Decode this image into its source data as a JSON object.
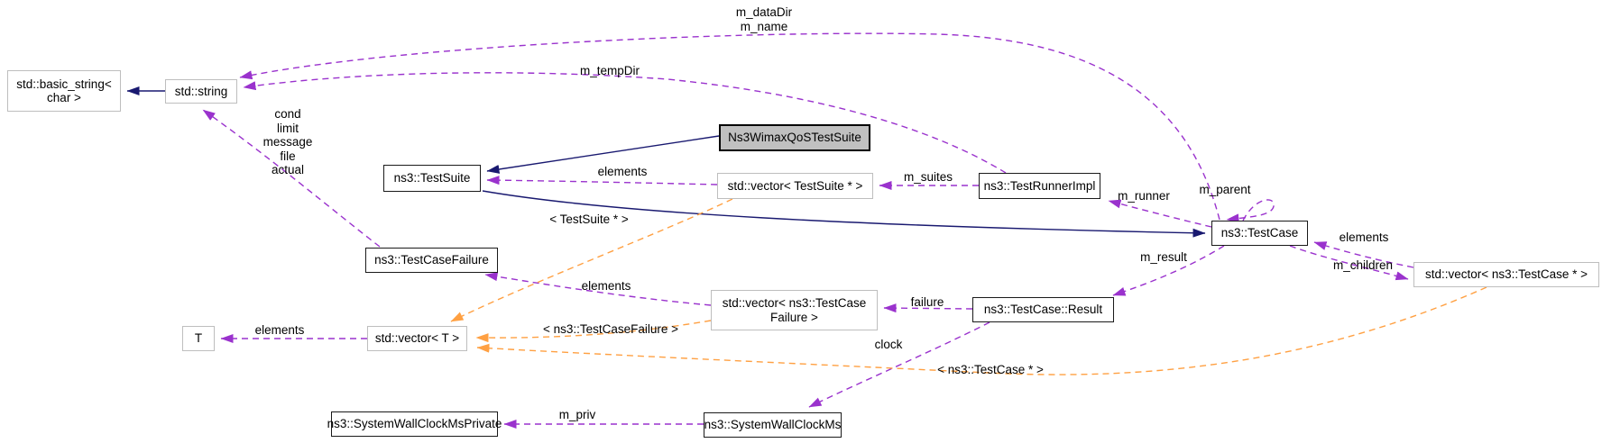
{
  "nodes": {
    "basicString": {
      "label": "std::basic_string<\nchar >"
    },
    "stdString": {
      "label": "std::string"
    },
    "testSuite": {
      "label": "ns3::TestSuite"
    },
    "wimax": {
      "label": "Ns3WimaxQoSTestSuite"
    },
    "vecTestSuite": {
      "label": "std::vector< TestSuite * >"
    },
    "testRunner": {
      "label": "ns3::TestRunnerImpl"
    },
    "testCase": {
      "label": "ns3::TestCase"
    },
    "vecTestCasePtr": {
      "label": "std::vector< ns3::TestCase * >"
    },
    "testCaseFailure": {
      "label": "ns3::TestCaseFailure"
    },
    "vecTestCaseFailure": {
      "label": "std::vector< ns3::TestCase\nFailure >"
    },
    "result": {
      "label": "ns3::TestCase::Result"
    },
    "t": {
      "label": "T"
    },
    "vecT": {
      "label": "std::vector< T >"
    },
    "swcmPrivate": {
      "label": "ns3::SystemWallClockMsPrivate"
    },
    "swcm": {
      "label": "ns3::SystemWallClockMs"
    }
  },
  "edge_labels": {
    "m_dataDir_m_name": "m_dataDir\nm_name",
    "m_tempDir": "m_tempDir",
    "cond_list": "cond\nlimit\nmessage\nfile\nactual",
    "elements_testSuite": "elements",
    "m_suites": "m_suites",
    "m_runner": "m_runner",
    "m_parent": "m_parent",
    "elements_testCase": "elements",
    "m_children": "m_children",
    "m_result": "m_result",
    "failure": "failure",
    "elements_testCaseFailure": "elements",
    "clock": "clock",
    "tpl_testSuite": "< TestSuite * >",
    "tpl_testCaseFailure": "< ns3::TestCaseFailure >",
    "tpl_testCasePtr": "< ns3::TestCase * >",
    "elements_t": "elements",
    "m_priv": "m_priv"
  },
  "colors": {
    "inheritance_edge": "#191970",
    "usage_edge": "#9a32cd",
    "template_edge": "#ffa042",
    "current_node_fill": "#c0c0c0",
    "unlinked_border": "#bebebe",
    "linked_border": "#1a1a1a"
  }
}
